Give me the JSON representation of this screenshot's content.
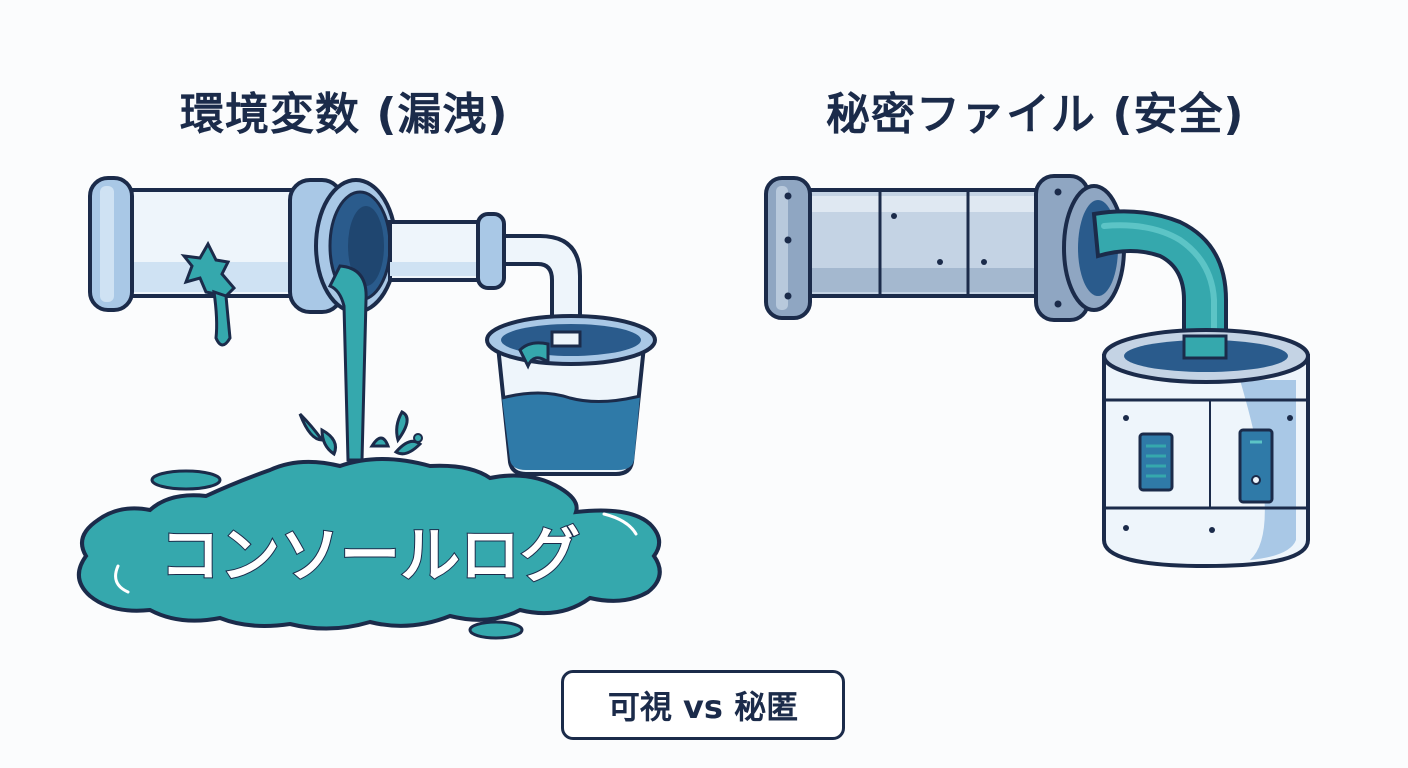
{
  "titles": {
    "left": "環境変数 (漏洩)",
    "right": "秘密ファイル (安全)"
  },
  "puddle_label": "コンソールログ",
  "footer_label": "可視 vs 秘匿",
  "colors": {
    "outline": "#1b2b4a",
    "liquid": "#35a8ad",
    "liquid_dark": "#2f7aa8",
    "pipe_light": "#eef5fb",
    "pipe_blue": "#a9c8e6",
    "steel": "#c4d3e4",
    "steel_dark": "#8fa6c2",
    "background": "#fbfcfd"
  },
  "icons": [
    "leaking-pipe-icon",
    "puddle-icon",
    "bucket-icon",
    "sealed-pipe-icon",
    "secure-canister-icon"
  ]
}
